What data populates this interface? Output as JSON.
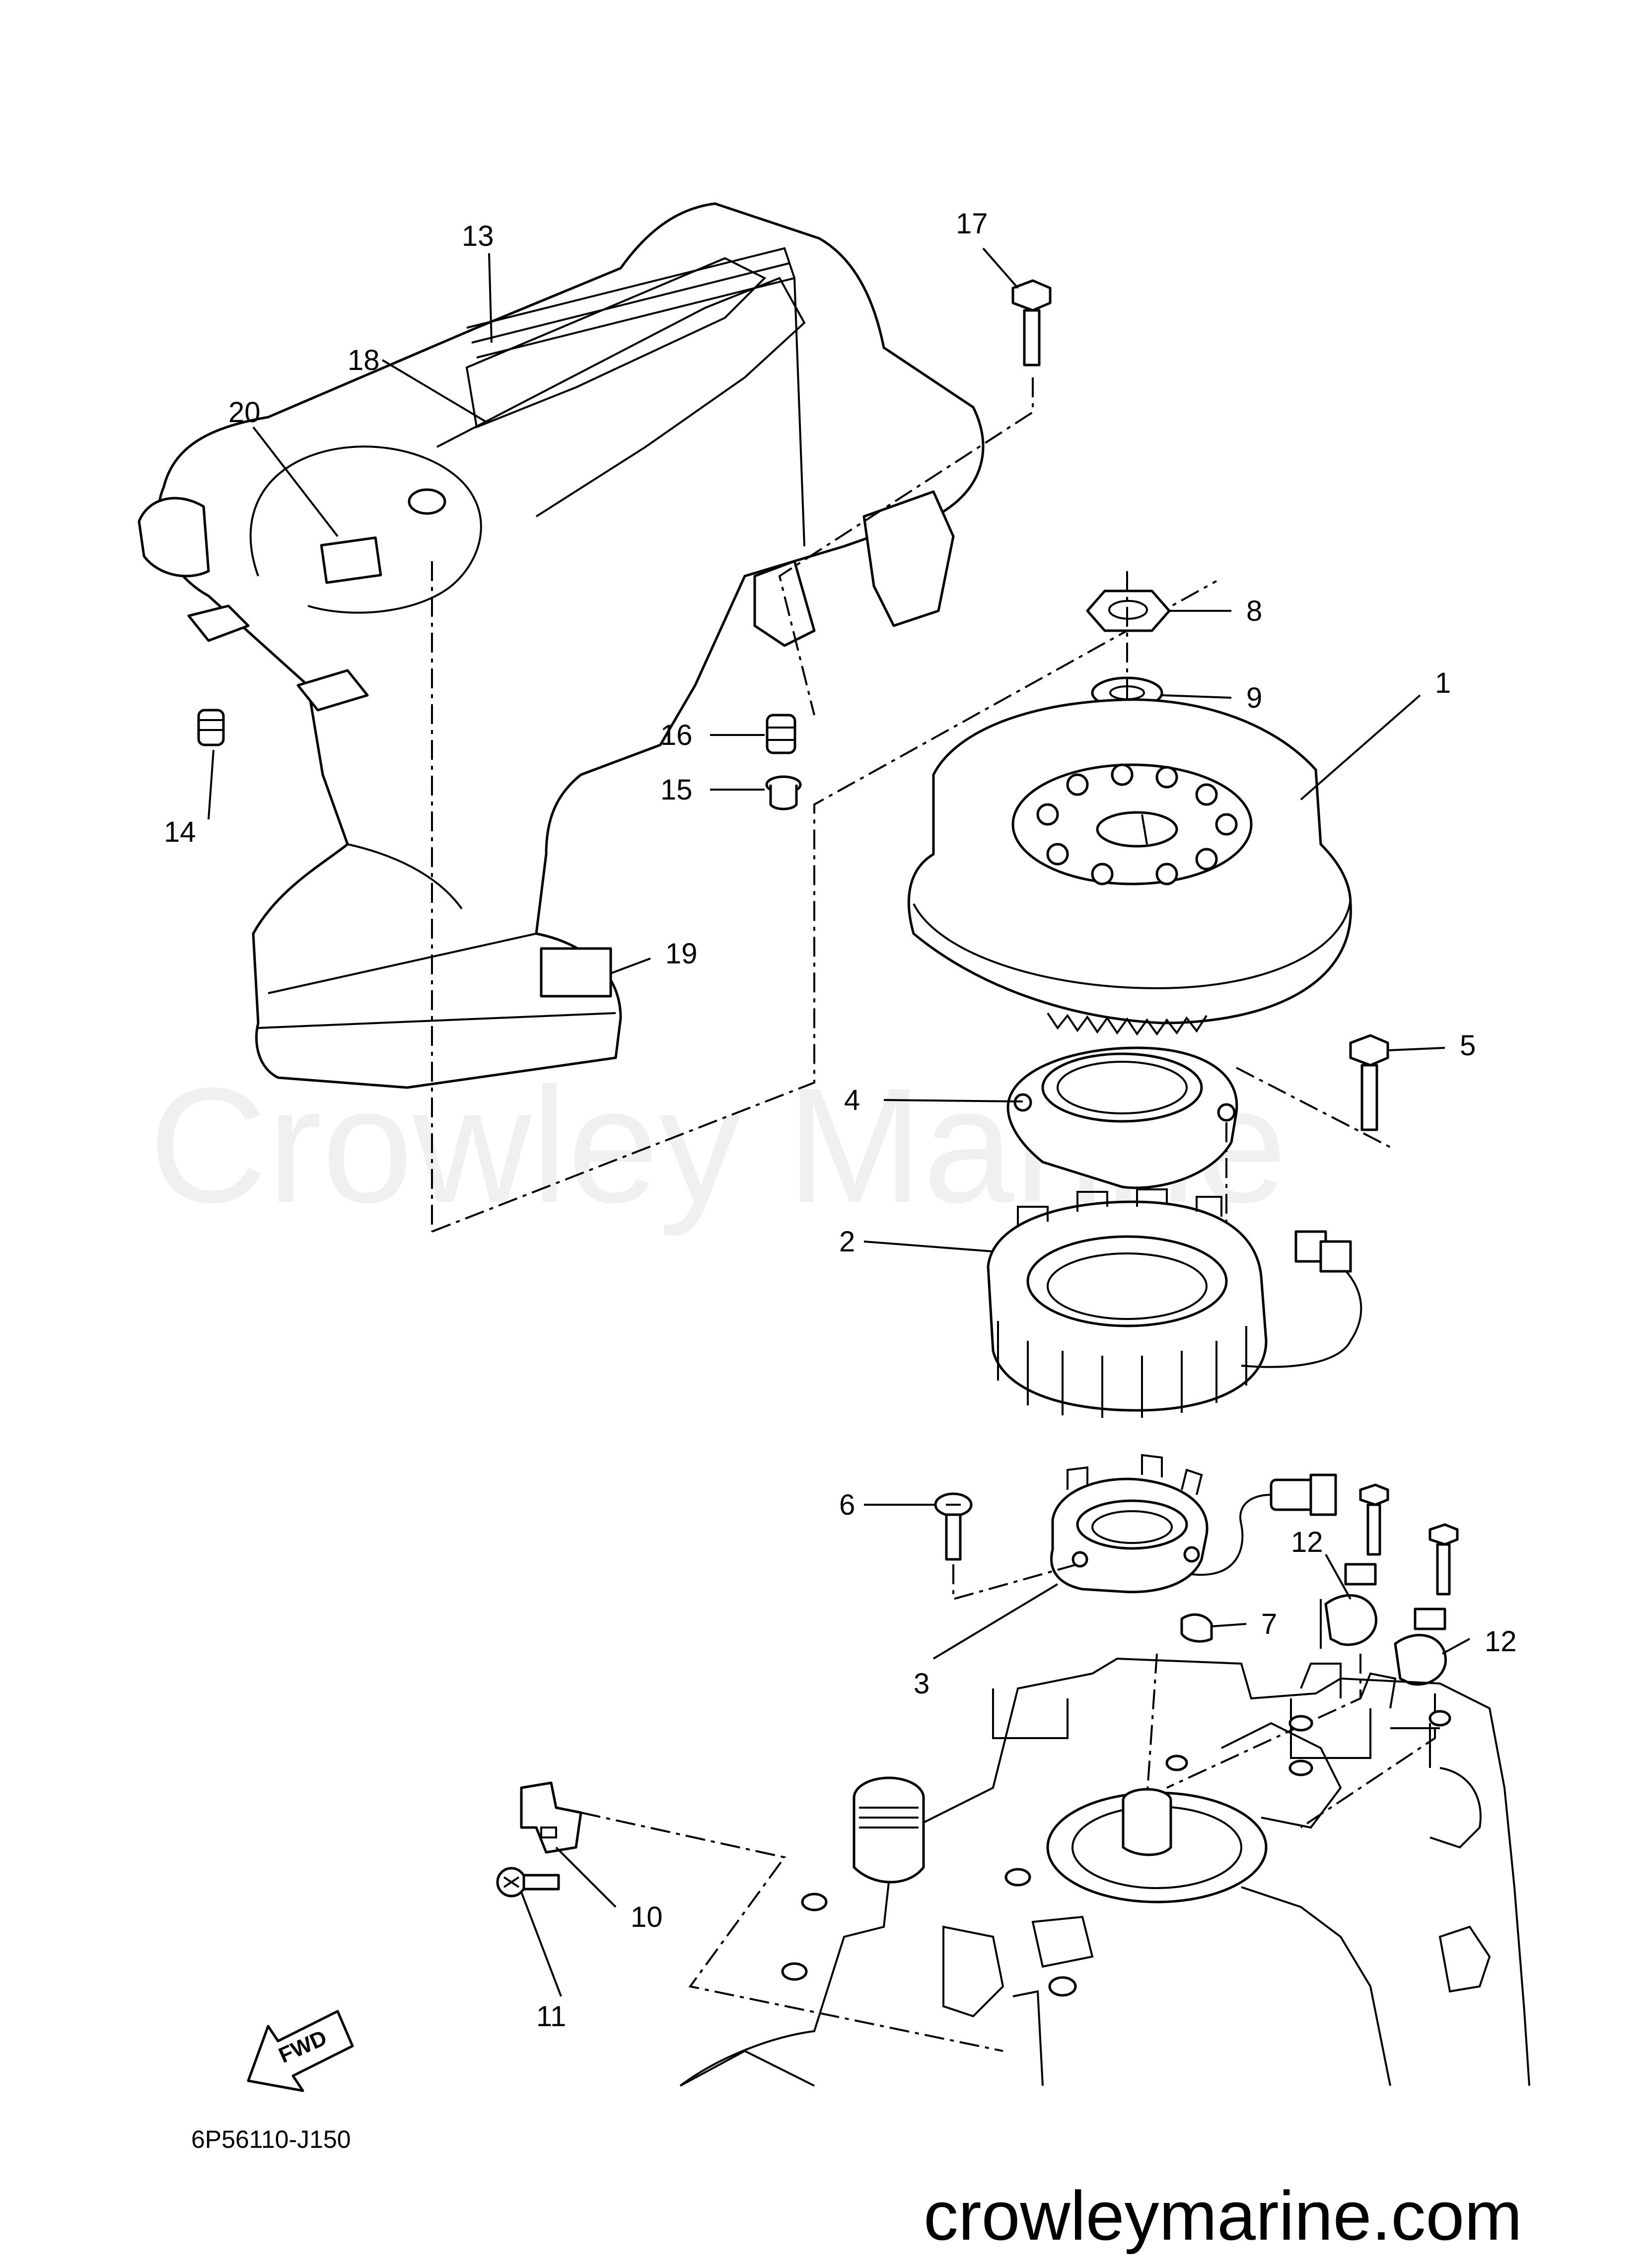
{
  "callouts": [
    {
      "id": "1",
      "label": "1"
    },
    {
      "id": "2",
      "label": "2"
    },
    {
      "id": "3",
      "label": "3"
    },
    {
      "id": "4",
      "label": "4"
    },
    {
      "id": "5",
      "label": "5"
    },
    {
      "id": "6",
      "label": "6"
    },
    {
      "id": "7",
      "label": "7"
    },
    {
      "id": "8",
      "label": "8"
    },
    {
      "id": "9",
      "label": "9"
    },
    {
      "id": "10",
      "label": "10"
    },
    {
      "id": "11",
      "label": "11"
    },
    {
      "id": "12a",
      "label": "12"
    },
    {
      "id": "12b",
      "label": "12"
    },
    {
      "id": "13",
      "label": "13"
    },
    {
      "id": "14",
      "label": "14"
    },
    {
      "id": "15",
      "label": "15"
    },
    {
      "id": "16",
      "label": "16"
    },
    {
      "id": "17",
      "label": "17"
    },
    {
      "id": "18",
      "label": "18"
    },
    {
      "id": "19",
      "label": "19"
    },
    {
      "id": "20",
      "label": "20"
    }
  ],
  "diagram_code": "6P56110-J150",
  "fwd_label": "FWD",
  "watermark": "Crowley Marine",
  "website": "crowleymarine.com"
}
